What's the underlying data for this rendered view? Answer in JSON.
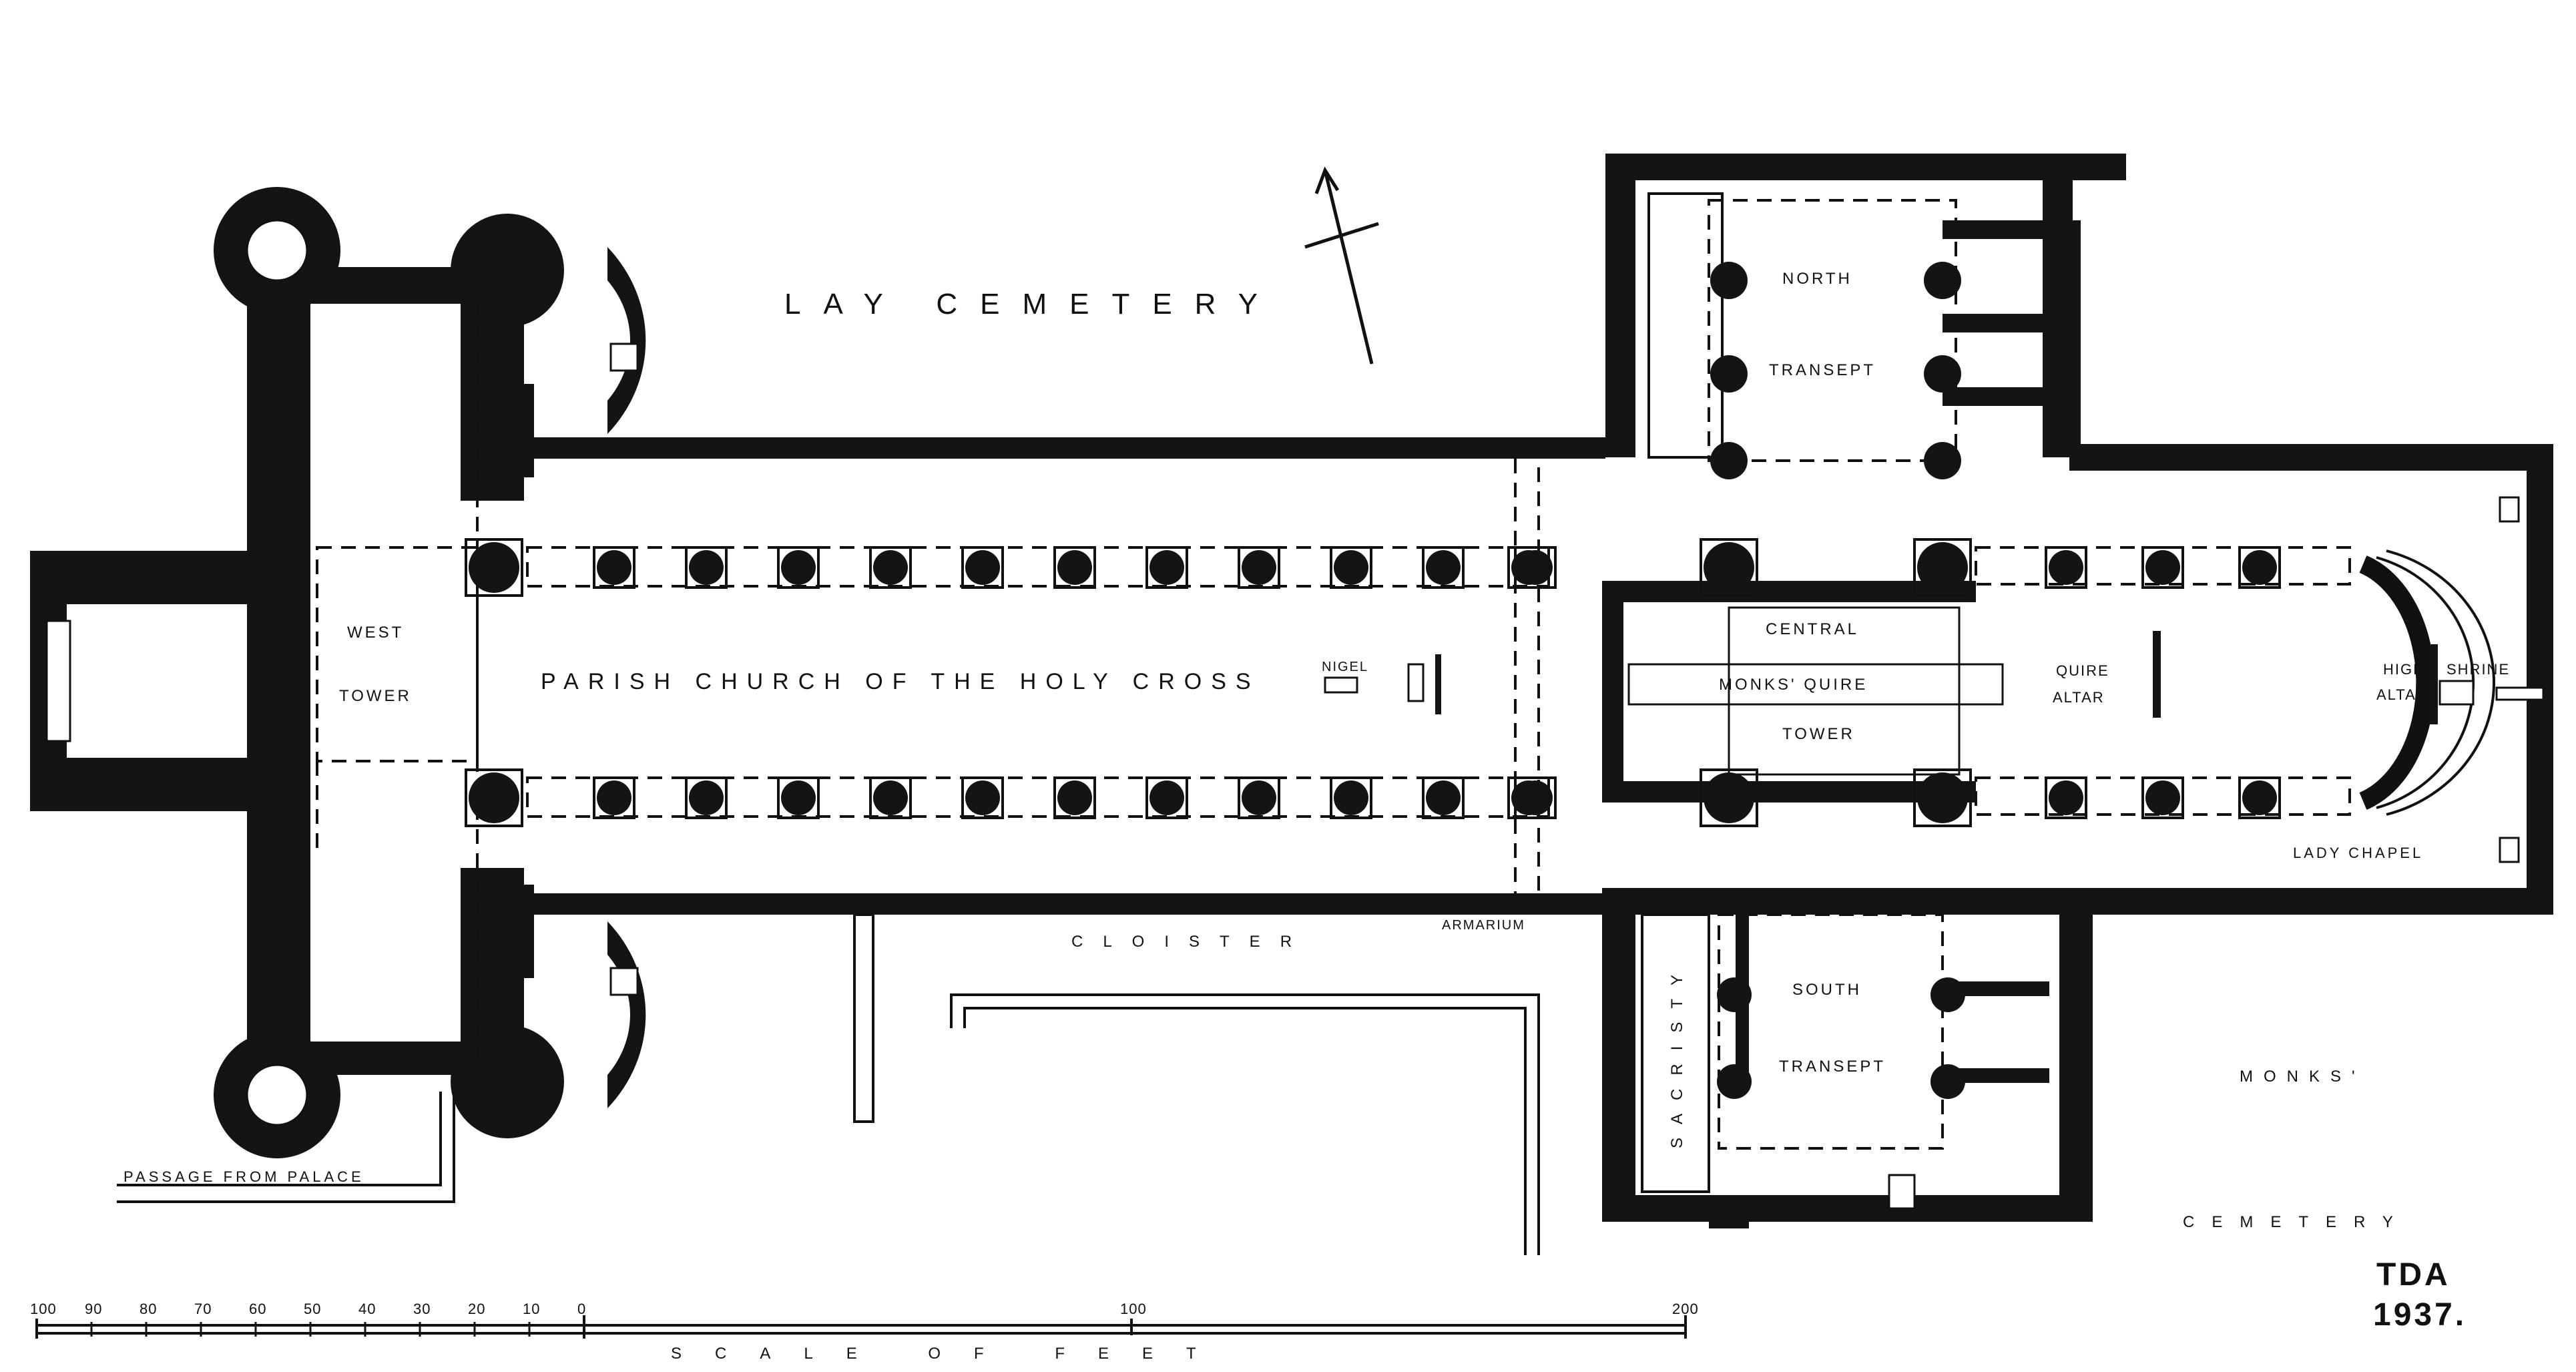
{
  "labels": {
    "lay_cemetery": "LAY CEMETERY",
    "north_transept_1": "NORTH",
    "north_transept_2": "TRANSEPT",
    "west_tower_1": "WEST",
    "west_tower_2": "TOWER",
    "parish_church": "PARISH CHURCH OF THE HOLY CROSS",
    "nigel": "NIGEL",
    "central": "CENTRAL",
    "monks_quire": "MONKS' QUIRE",
    "tower": "TOWER",
    "quire_altar_1": "QUIRE",
    "quire_altar_2": "ALTAR",
    "high_altar_1": "HIGH",
    "high_altar_2": "ALTAR",
    "shrine": "SHRINE",
    "lady_chapel": "LADY CHAPEL",
    "cloister": "CLOISTER",
    "armarium": "ARMARIUM",
    "sacristy": "SACRISTY",
    "south_transept_1": "SOUTH",
    "south_transept_2": "TRANSEPT",
    "monks": "MONKS'",
    "cemetery": "CEMETERY",
    "passage": "PASSAGE FROM PALACE"
  },
  "scale": {
    "title": "SCALE OF FEET",
    "ticks_left": [
      "100",
      "90",
      "80",
      "70",
      "60",
      "50",
      "40",
      "30",
      "20",
      "10",
      "0"
    ],
    "tick_100": "100",
    "tick_200": "200"
  },
  "signature": {
    "initials": "TDA",
    "year": "1937."
  },
  "north_arrow": "north-arrow-icon"
}
